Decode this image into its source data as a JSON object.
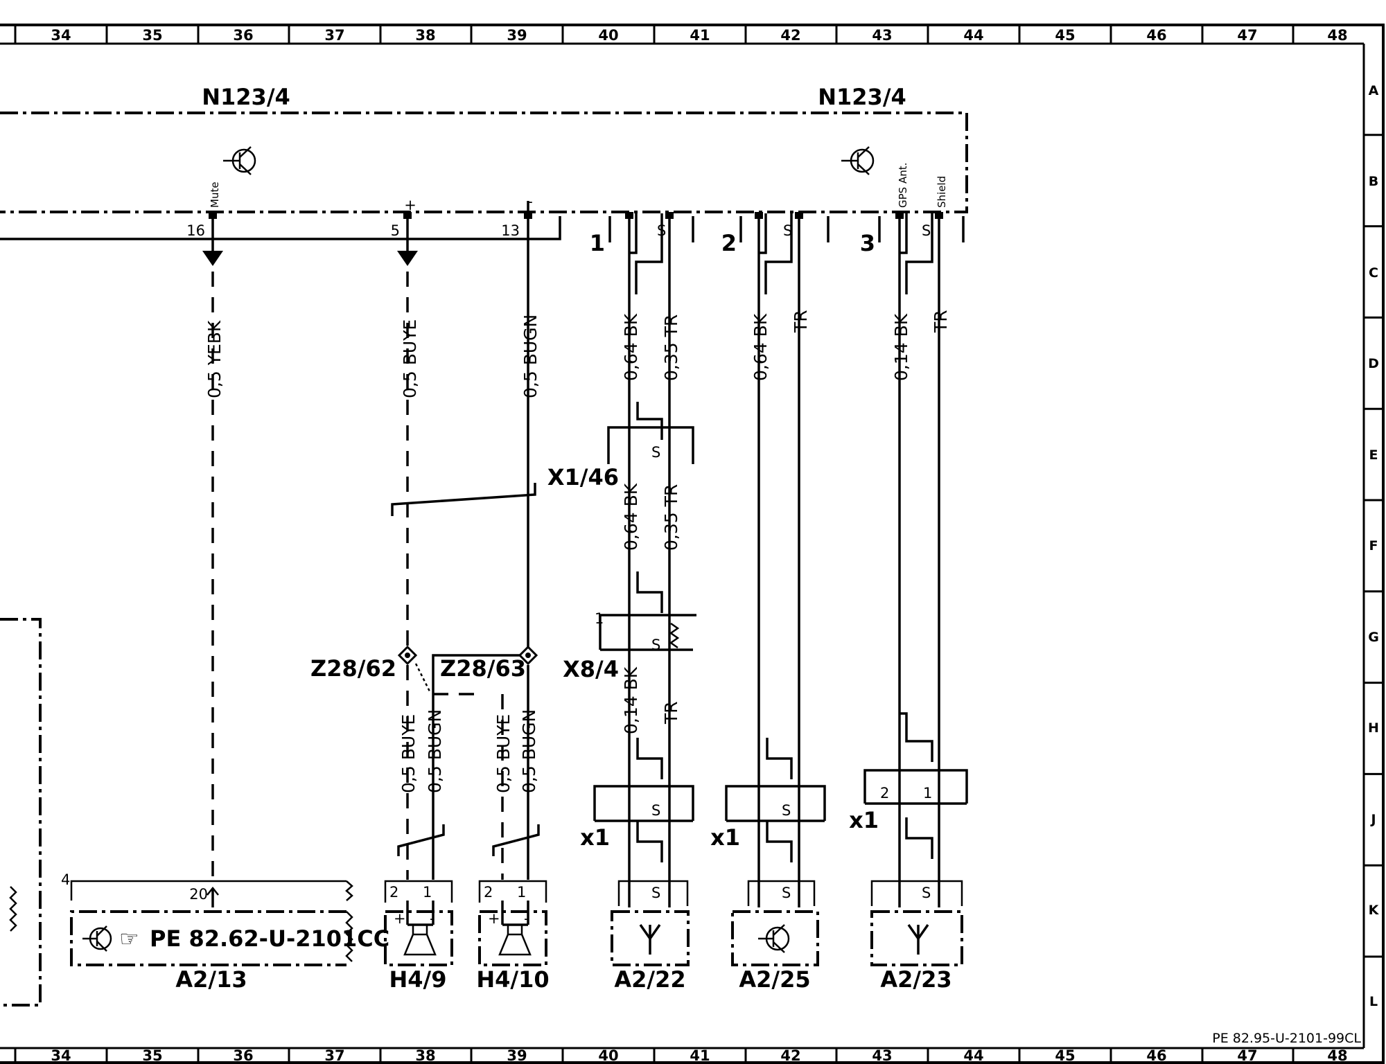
{
  "grid": {
    "columns": [
      "34",
      "35",
      "36",
      "37",
      "38",
      "39",
      "40",
      "41",
      "42",
      "43",
      "44",
      "45",
      "46",
      "47",
      "48"
    ],
    "rows": [
      "A",
      "B",
      "C",
      "D",
      "E",
      "F",
      "G",
      "H",
      "J",
      "K",
      "L"
    ]
  },
  "doc_ref": "PE 82.95-U-2101-99CL",
  "control_unit": {
    "label_left": "N123/4",
    "label_right": "N123/4"
  },
  "pins": {
    "mute": {
      "number": "16",
      "name": "Mute"
    },
    "plus": {
      "number": "5",
      "name": "+"
    },
    "minus": {
      "number": "13",
      "name": "-"
    },
    "gps_ant": "GPS Ant.",
    "shield": "Shield",
    "cable1": "1",
    "cable2": "2",
    "cable3": "3",
    "shield_s": "S"
  },
  "wires": {
    "yebk": "0,5 YEBK",
    "buye": "0,5 BUYE",
    "bugn": "0,5 BUGN",
    "c1_bk_top": "0,64 BK",
    "c1_tr_top": "0,35 TR",
    "c1_bk_mid": "0,64 BK",
    "c1_tr_mid": "0,35 TR",
    "c1_bk_low": "0,14 BK",
    "c1_tr_low": "TR",
    "c2_bk": "0,64 BK",
    "c2_tr": "TR",
    "c3_bk": "0,14 BK",
    "c3_tr": "TR",
    "h49_buye": "0,5 BUYE",
    "h49_bugn": "0,5 BUGN",
    "h410_buye": "0,5 BUYE",
    "h410_bugn": "0,5 BUGN"
  },
  "connectors": {
    "x1_46": "X1/46",
    "x8_4": "X8/4",
    "x8_4_pin": "1",
    "x1_a": "x1",
    "x1_b": "x1",
    "x1_c": "x1",
    "x1_c_pin2": "2",
    "x1_c_pin1": "1"
  },
  "splices": {
    "z28_62": "Z28/62",
    "z28_63": "Z28/63"
  },
  "components": {
    "a2_13": {
      "label": "A2/13",
      "ref": "PE 82.62-U-2101CC",
      "pin": "20",
      "marker": "4",
      "pointer": "☞"
    },
    "h4_9": {
      "label": "H4/9",
      "pin2": "2",
      "pin1": "1",
      "plus": "+",
      "minus": "-"
    },
    "h4_10": {
      "label": "H4/10",
      "pin2": "2",
      "pin1": "1",
      "plus": "+",
      "minus": "-"
    },
    "a2_22": {
      "label": "A2/22"
    },
    "a2_25": {
      "label": "A2/25"
    },
    "a2_23": {
      "label": "A2/23"
    }
  },
  "icons": [
    "transistor-icon",
    "antenna-icon",
    "speaker-icon",
    "resistor-icon",
    "pointing-hand-icon"
  ]
}
